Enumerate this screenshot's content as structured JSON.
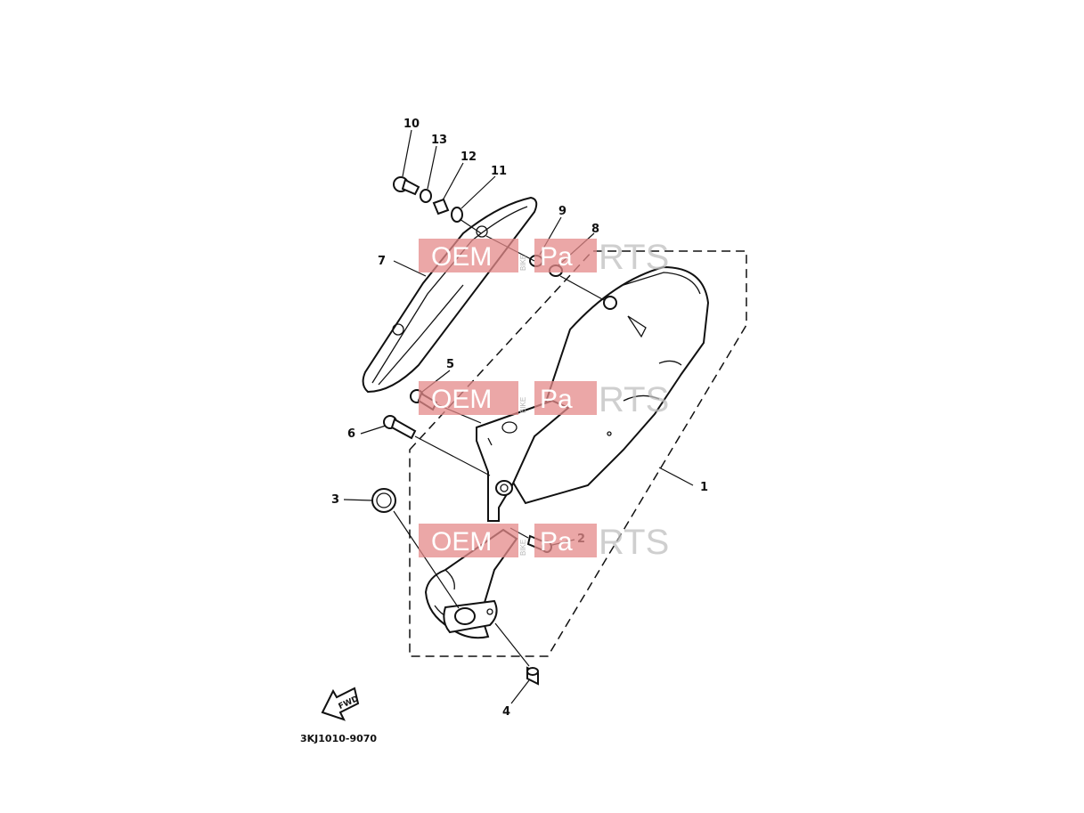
{
  "diagram_code": "3KJ1010-9070",
  "fwd_label": "FWD",
  "watermark": {
    "left_text": "OEM",
    "middle_text": "BIKE",
    "right_text_a": "Pa",
    "right_text_b": "RTS"
  },
  "callouts": [
    "1",
    "2",
    "3",
    "4",
    "5",
    "6",
    "7",
    "8",
    "9",
    "10",
    "11",
    "12",
    "13"
  ],
  "colors": {
    "line": "#111111",
    "watermark_red": "#e48a8a",
    "watermark_grey": "#bfbfbf"
  }
}
